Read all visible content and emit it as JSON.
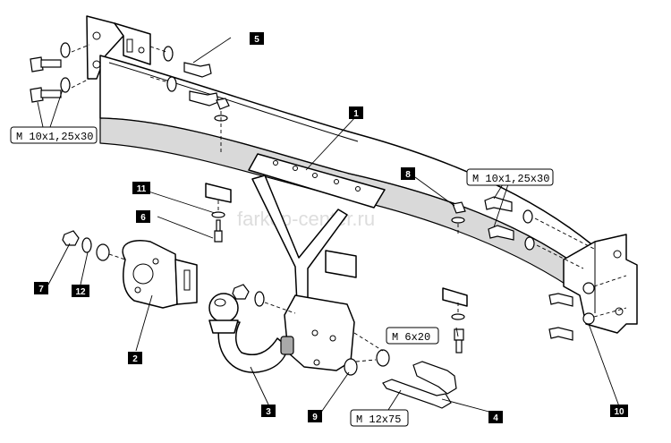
{
  "watermark": "farkop-center.ru",
  "callouts": {
    "c1": "1",
    "c2": "2",
    "c3": "3",
    "c4": "4",
    "c5": "5",
    "c6": "6",
    "c7": "7",
    "c8": "8",
    "c9": "9",
    "c10": "10",
    "c11": "11",
    "c12": "12"
  },
  "specs": {
    "bolt_left": "M 10x1,25x30",
    "bolt_right": "M 10x1,25x30",
    "bolt_center": "M 6x20",
    "bolt_ball": "M 12x75"
  }
}
